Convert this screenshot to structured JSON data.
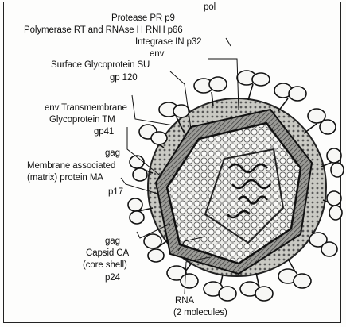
{
  "labels": {
    "pol": "pol",
    "protease": "Protease PR p9",
    "polymerase": "Polymerase RT and RNAse H RNH p66",
    "integrase": "Integrase IN p32",
    "env": "env",
    "surface_glyco": "Surface Glycoprotein SU",
    "gp120": "gp 120",
    "env_transmembrane": "env Transmembrane",
    "glycoprotein_tm": "Glycoprotein TM",
    "gp41": "gp41",
    "gag1": "gag",
    "membrane_assoc": "Membrane associated",
    "matrix_protein": "(matrix) protein MA",
    "p17": "p17",
    "gag2": "gag",
    "capsid": "Capsid CA",
    "core_shell": "(core shell)",
    "p24": "p24",
    "rna": "RNA",
    "rna_molecules": "(2 molecules)"
  },
  "colors": {
    "ink": "#111111",
    "knob_fill": "#f7f7f5",
    "shell_dark": "#3a3a3a",
    "core_fill": "#d8d8d2"
  }
}
